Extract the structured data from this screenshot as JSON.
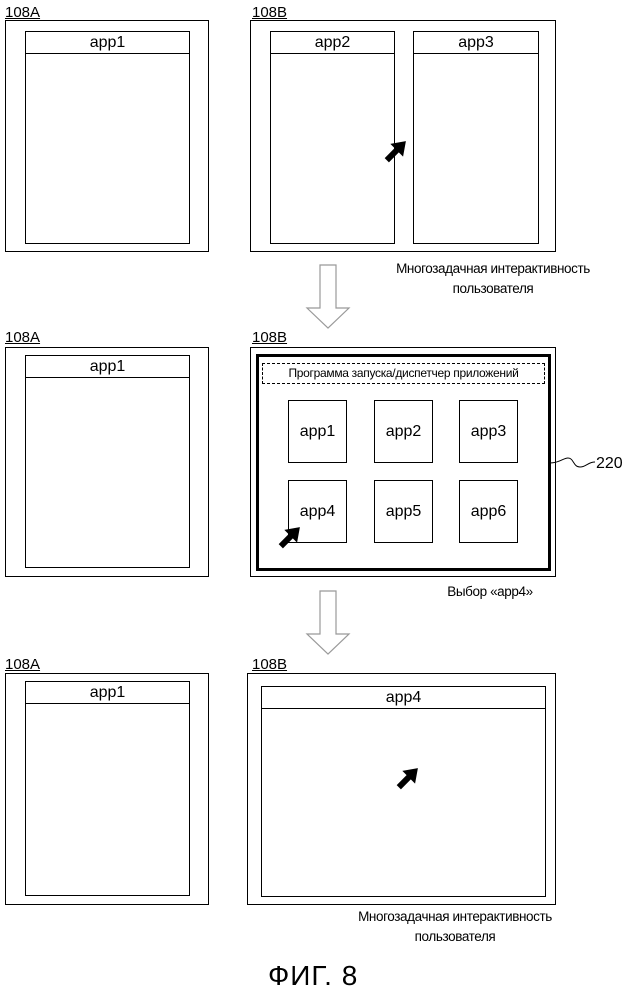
{
  "figure_caption": "ФИГ. 8",
  "rows": [
    {
      "left_label": "108A",
      "left_window": "app1",
      "right_label": "108B",
      "right_windows": [
        "app2",
        "app3"
      ],
      "caption_lines": [
        "Многозадачная интерактивность",
        "пользователя"
      ]
    },
    {
      "left_label": "108A",
      "left_window": "app1",
      "right_label": "108B",
      "launcher_title": "Программа запуска/диспетчер приложений",
      "launcher_tiles": [
        "app1",
        "app2",
        "app3",
        "app4",
        "app5",
        "app6"
      ],
      "reference_number": "220",
      "caption": "Выбор «app4»"
    },
    {
      "left_label": "108A",
      "left_window": "app1",
      "right_label": "108B",
      "right_window": "app4",
      "caption_lines": [
        "Многозадачная интерактивность",
        "пользователя"
      ]
    }
  ]
}
